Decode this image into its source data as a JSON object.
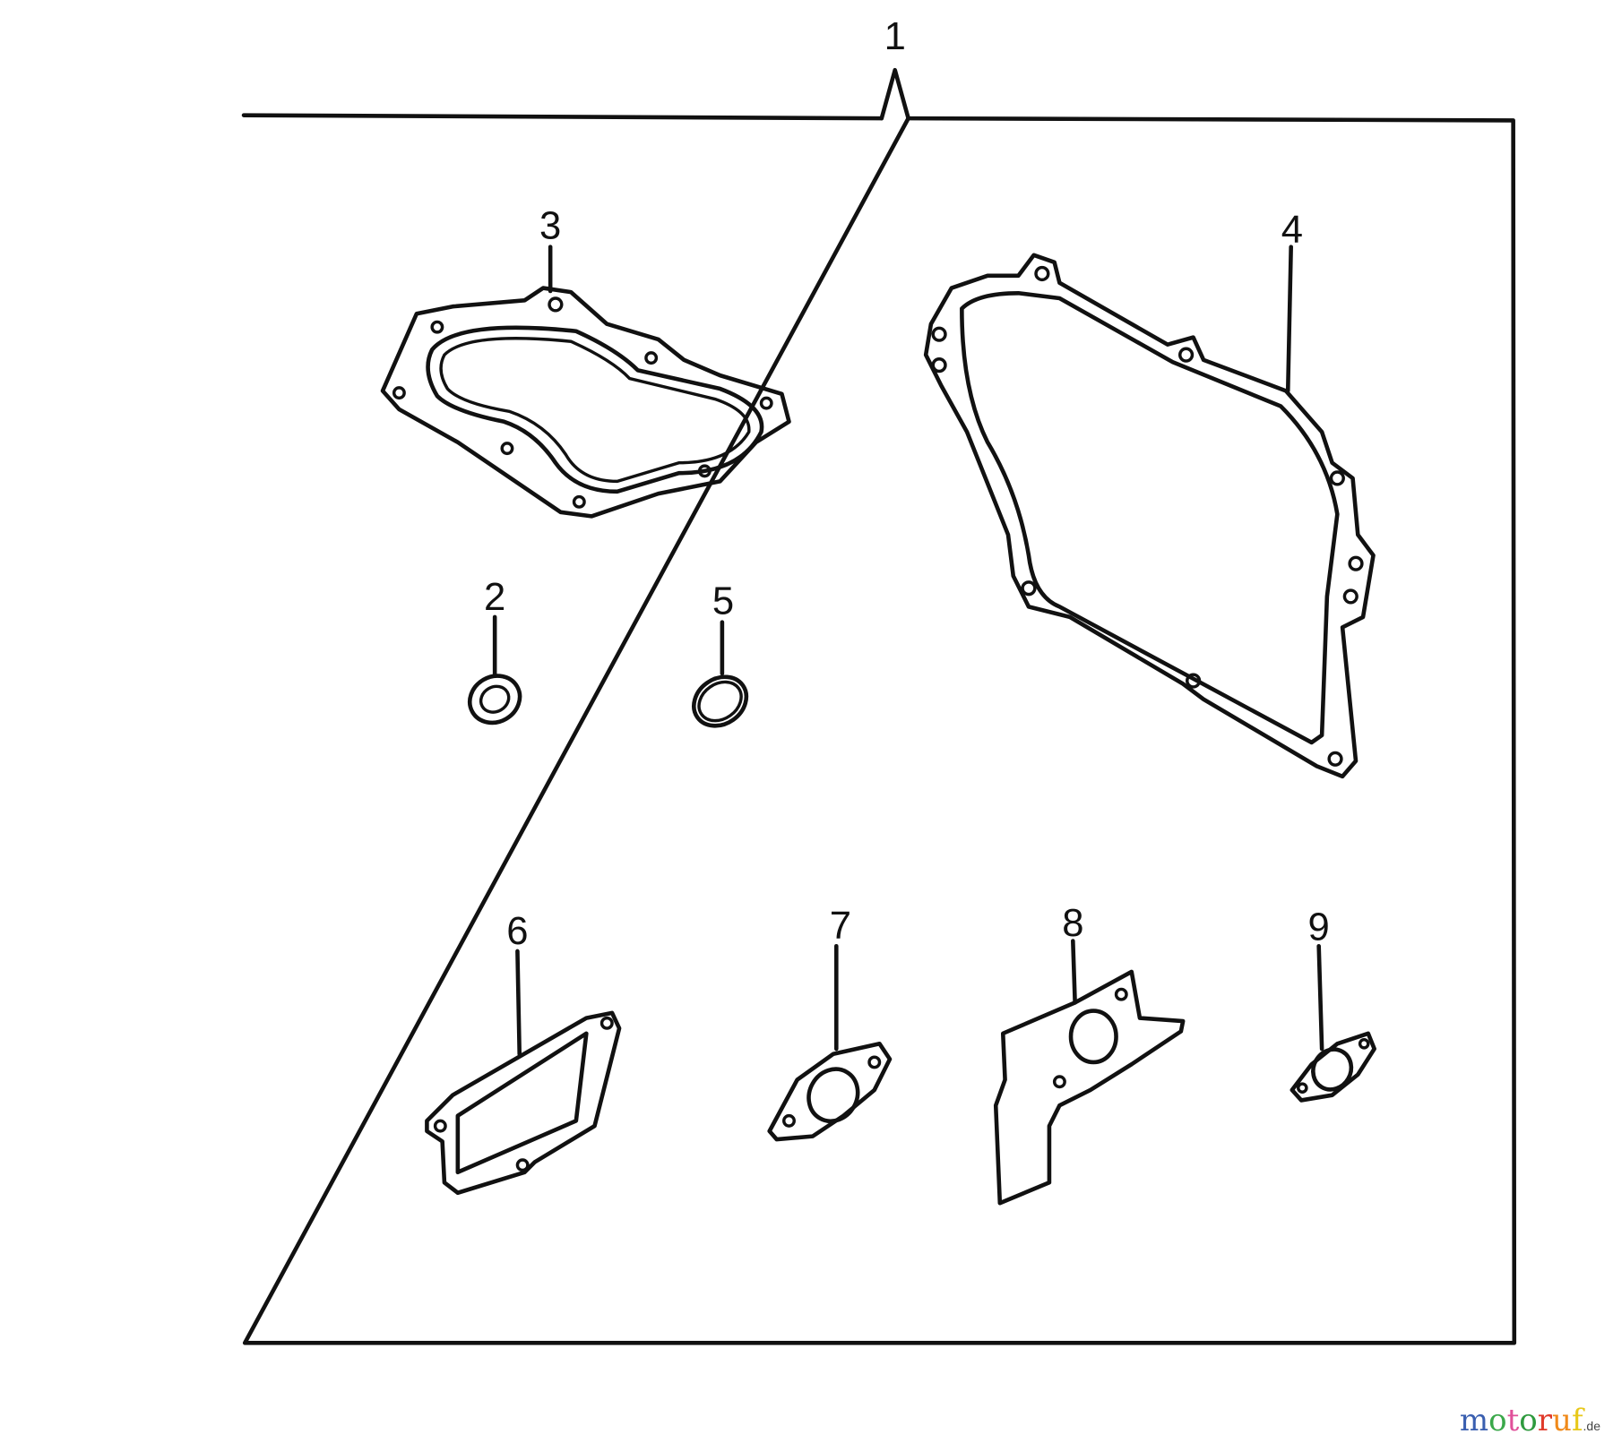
{
  "labels": {
    "kit": "1",
    "p2": "2",
    "p3": "3",
    "p4": "4",
    "p5": "5",
    "p6": "6",
    "p7": "7",
    "p8": "8",
    "p9": "9"
  },
  "watermark": {
    "letters": [
      "m",
      "o",
      "t",
      "o",
      "r",
      "u",
      "f"
    ],
    "colors": [
      "#3a5fb0",
      "#3aa84a",
      "#e0509a",
      "#2e9a3e",
      "#e03a2a",
      "#f08a1a",
      "#e8c81a"
    ],
    "suffix": ".de"
  }
}
